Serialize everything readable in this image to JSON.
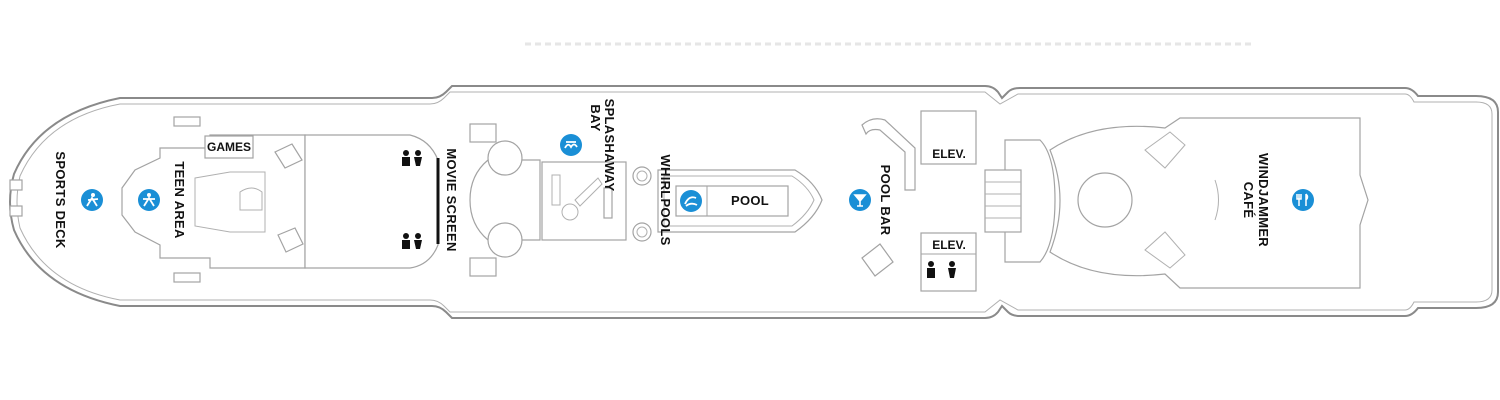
{
  "deck": {
    "accent_color": "#1a8fd6",
    "labels": {
      "sports_deck": "SPORTS DECK",
      "teen_area": "TEEN AREA",
      "games": "GAMES",
      "movie_screen": "MOVIE SCREEN",
      "splashaway_line1": "SPLASHAWAY",
      "splashaway_line2": "BAY",
      "whirlpools": "WHIRLPOOLS",
      "pool": "POOL",
      "pool_bar": "POOL BAR",
      "elev_upper": "ELEV.",
      "elev_lower": "ELEV.",
      "windjammer_line1": "WINDJAMMER",
      "windjammer_line2": "CAFÉ"
    },
    "icons": {
      "sports": "sports-activity-icon",
      "teen": "teen-activity-icon",
      "splash": "splash-activity-icon",
      "pool": "pool-wave-icon",
      "bar": "cocktail-icon",
      "dining": "fork-knife-icon",
      "restroom": "restroom-icon"
    }
  }
}
